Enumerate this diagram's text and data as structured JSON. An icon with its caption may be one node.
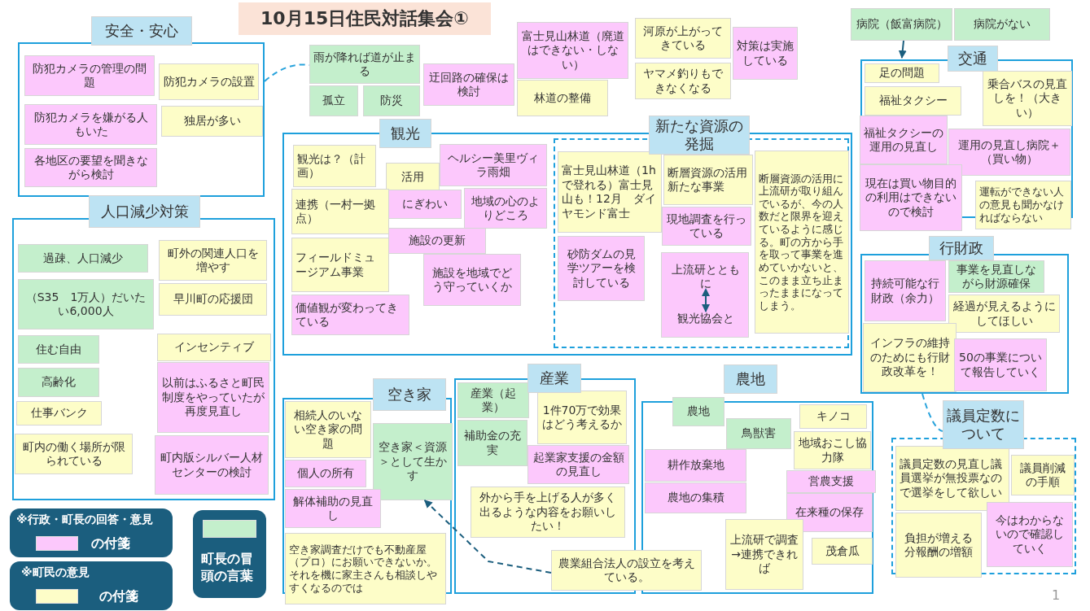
{
  "diagram": {
    "title": "10月15日住民対話集会①",
    "nodes": [
      {
        "text": [
          "安全・安心"
        ]
      },
      {
        "text": [
          "防犯カメラの管理の問題"
        ],
        "in": 0
      },
      {
        "text": [
          "防犯カメラの設置"
        ],
        "in": 0
      },
      {
        "text": [
          "防犯カメラを嫌がる人もいた"
        ],
        "in": 0
      },
      {
        "text": [
          "独居が多い"
        ],
        "in": 0
      },
      {
        "text": [
          "各地区の要望を聞きながら検討"
        ],
        "in": 0
      },
      {
        "text": [
          "雨が降れば道が止まる"
        ]
      },
      {
        "text": [
          "孤立"
        ]
      },
      {
        "text": [
          "防災"
        ]
      },
      {
        "text": [
          "迂回路の確保は検討"
        ]
      },
      {
        "text": [
          "富士見山林道（廃道はできない・しない）"
        ]
      },
      {
        "text": [
          "林道の整備"
        ]
      },
      {
        "text": [
          "河原が上がってきている"
        ]
      },
      {
        "text": [
          "ヤマメ釣りもできなくなる"
        ]
      },
      {
        "text": [
          "対策は実施している"
        ]
      },
      {
        "text": [
          "病院（飯富病院）"
        ]
      },
      {
        "text": [
          "病院がない"
        ]
      },
      {
        "text": [
          "交通"
        ]
      },
      {
        "text": [
          "足の問題"
        ],
        "in": 17
      },
      {
        "text": [
          "福祉タクシー"
        ],
        "in": 17
      },
      {
        "text": [
          "乗合バスの見直しを！（大きい）"
        ],
        "in": 17
      },
      {
        "text": [
          "福祉タクシーの運用の見直し"
        ],
        "in": 17
      },
      {
        "text": [
          "運用の見直し病院＋（買い物）"
        ],
        "in": 17
      },
      {
        "text": [
          "現在は買い物目的の利用はできないので検討"
        ],
        "in": 17
      },
      {
        "text": [
          "運転ができない人の意見も聞かなければならない"
        ],
        "in": 17
      },
      {
        "text": [
          "観光"
        ]
      },
      {
        "text": [
          "観光は？（計画）"
        ],
        "in": 25
      },
      {
        "text": [
          "活用"
        ],
        "in": 25
      },
      {
        "text": [
          "ヘルシー美里ヴィラ雨畑"
        ],
        "in": 25
      },
      {
        "text": [
          "連携（一村一拠点）"
        ],
        "in": 25
      },
      {
        "text": [
          "にぎわい"
        ],
        "in": 25
      },
      {
        "text": [
          "地域の心のよりどころ"
        ],
        "in": 25
      },
      {
        "text": [
          "施設の更新"
        ],
        "in": 25
      },
      {
        "text": [
          "フィールドミュージアム事業"
        ],
        "in": 25
      },
      {
        "text": [
          "施設を地域でどう守っていくか"
        ],
        "in": 25
      },
      {
        "text": [
          "価値観が変わってきている"
        ],
        "in": 25
      },
      {
        "text": [
          "新たな資源の発掘"
        ],
        "in": 25
      },
      {
        "text": [
          "富士見山林道（1hで登れる）富士見山も！12月　ダイヤモンド富士"
        ],
        "in": 36
      },
      {
        "text": [
          "断層資源の活用新たな事業"
        ],
        "in": 36
      },
      {
        "text": [
          "断層資源の活用に上流研が取り組んでいるが、今の人数だと限界を迎えているように感じる。町の方から手を取って事業を進めていかないと、このまま立ち止まったままになってしまう。"
        ],
        "in": 36
      },
      {
        "text": [
          "現地調査を行っている"
        ],
        "in": 36
      },
      {
        "text": [
          "砂防ダムの見学ツアーを検討している"
        ],
        "in": 36
      },
      {
        "text": [],
        "shape": "box",
        "in": 36
      },
      {
        "text": [
          "上流研とともに"
        ],
        "in": 42
      },
      {
        "text": [
          "観光協会と"
        ],
        "in": 42
      },
      {
        "text": [
          "人口減少対策"
        ]
      },
      {
        "text": [
          "過疎、人口減少"
        ],
        "in": 45
      },
      {
        "text": [
          "町外の関連人口を増やす"
        ],
        "in": 45
      },
      {
        "text": [
          "（S35　1万人）だいたい6,000人"
        ],
        "in": 45
      },
      {
        "text": [
          "早川町の応援団"
        ],
        "in": 45
      },
      {
        "text": [
          "住む自由"
        ],
        "in": 45
      },
      {
        "text": [
          "インセンティブ"
        ],
        "in": 45
      },
      {
        "text": [
          "高齢化"
        ],
        "in": 45
      },
      {
        "text": [
          "以前はふるさと町民制度をやっていたが再度見直し"
        ],
        "in": 45
      },
      {
        "text": [
          "仕事バンク"
        ],
        "in": 45
      },
      {
        "text": [
          "町内の働く場所が限られている"
        ],
        "in": 45
      },
      {
        "text": [
          "町内版シルバー人材センターの検討"
        ],
        "in": 45
      },
      {
        "text": [
          "行財政"
        ]
      },
      {
        "text": [
          "持続可能な行財政（余力）"
        ],
        "in": 57
      },
      {
        "text": [
          "事業を見直しながら財源確保"
        ],
        "in": 57
      },
      {
        "text": [
          "経過が見えるようにしてほしい"
        ],
        "in": 57
      },
      {
        "text": [
          "インフラの維持のためにも行財政改革を！"
        ],
        "in": 57
      },
      {
        "text": [
          "50の事業について報告していく"
        ],
        "in": 57
      },
      {
        "text": [
          "空き家"
        ]
      },
      {
        "text": [
          "相続人のいない空き家の問題"
        ],
        "in": 63
      },
      {
        "text": [
          "空き家＜資源＞として生かす"
        ],
        "in": 63
      },
      {
        "text": [
          "個人の所有"
        ],
        "in": 63
      },
      {
        "text": [
          "解体補助の見直し"
        ],
        "in": 63
      },
      {
        "text": [
          "空き家調査だけでも不動産屋（プロ）にお願いできないか。それを機に家主さんも相談しやすくなるのでは"
        ],
        "in": 63
      },
      {
        "text": [
          "産業"
        ]
      },
      {
        "text": [
          "産業（起業）"
        ],
        "in": 69
      },
      {
        "text": [
          "1件70万で効果はどう考えるか"
        ],
        "in": 69
      },
      {
        "text": [
          "補助金の充実"
        ],
        "in": 69
      },
      {
        "text": [
          "起業家支援の金額の見直し"
        ],
        "in": 69
      },
      {
        "text": [
          "外から手を上げる人が多く出るような内容をお願いしたい！"
        ],
        "in": 69
      },
      {
        "text": [
          "農業組合法人の設立を考えている。"
        ]
      },
      {
        "text": [
          "農地"
        ]
      },
      {
        "text": [
          "農地"
        ],
        "in": 76
      },
      {
        "text": [
          "キノコ"
        ],
        "in": 76
      },
      {
        "text": [
          "鳥獣害"
        ],
        "in": 76
      },
      {
        "text": [
          "地域おこし協力隊"
        ],
        "in": 76
      },
      {
        "text": [
          "耕作放棄地"
        ],
        "in": 76
      },
      {
        "text": [
          "営農支援"
        ],
        "in": 76
      },
      {
        "text": [
          "在来種の保存"
        ],
        "in": 76
      },
      {
        "text": [
          "農地の集積"
        ],
        "in": 76
      },
      {
        "text": [
          "上流研で調査→連携できれば"
        ],
        "in": 76
      },
      {
        "text": [
          "茂倉瓜"
        ],
        "in": 76
      },
      {
        "text": [
          "議員定数について"
        ]
      },
      {
        "text": [
          "議員定数の見直し議員選挙が無投票なので選挙をして欲しい"
        ],
        "in": 87
      },
      {
        "text": [
          "議員削減の手順"
        ],
        "in": 87
      },
      {
        "text": [
          "負担が増える分報酬の増額"
        ],
        "in": 87
      },
      {
        "text": [
          "今はわからないので確認していく"
        ],
        "in": 87
      }
    ],
    "edges": [
      {
        "from": 0,
        "to": 6,
        "arrow": "none",
        "style": "dashed",
        "color": "#29a3dc"
      },
      {
        "from": 15,
        "to": 17,
        "arrow": "to",
        "color": "#1b5e7e"
      },
      {
        "from": 43,
        "to": 44,
        "arrow": "both",
        "color": "#1b5e7e"
      },
      {
        "from": 75,
        "to": 65,
        "arrow": "to",
        "style": "dashed",
        "color": "#1b5e7e"
      },
      {
        "from": 57,
        "to": 87,
        "arrow": "none",
        "style": "dashed",
        "color": "#29a3dc"
      }
    ],
    "labels": [
      "※行政・町長の回答・意見",
      "※町民の意見",
      "1"
    ],
    "legend": [
      {
        "text": "の付箋",
        "color": "#fcc8fc"
      },
      {
        "text": "の付箋",
        "color": "#fdfdc8"
      },
      {
        "text": "町長の冒頭の言葉",
        "color": "#c4efcc"
      }
    ]
  }
}
